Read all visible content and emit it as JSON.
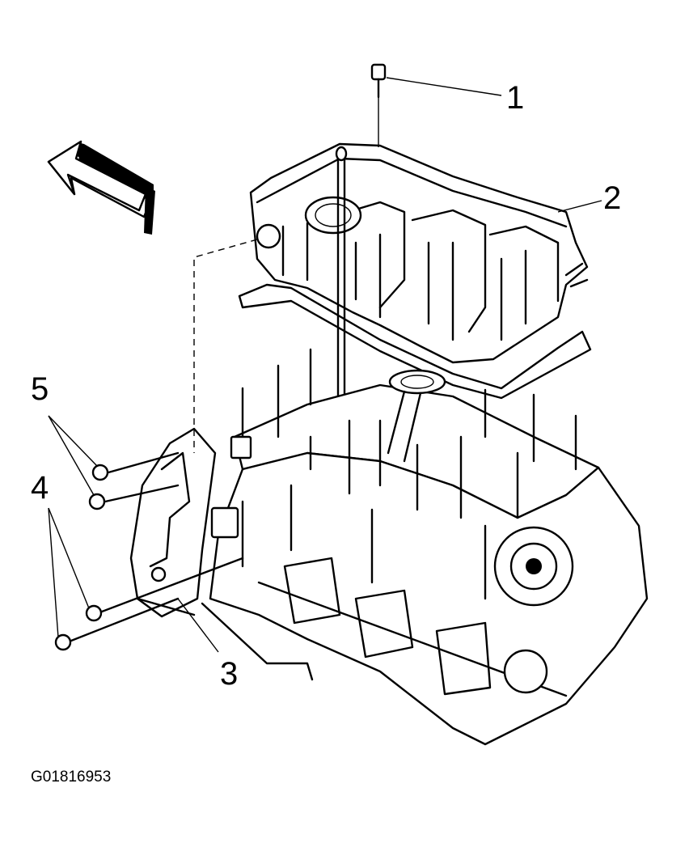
{
  "callouts": [
    {
      "label": "1",
      "part": "oil-pan-bolt"
    },
    {
      "label": "2",
      "part": "oil-pan"
    },
    {
      "label": "3",
      "part": "transmission-bracket"
    },
    {
      "label": "4",
      "part": "bracket-bolt-pair-lower"
    },
    {
      "label": "5",
      "part": "bracket-bolt-pair-upper"
    }
  ],
  "figure_id": "G01816953",
  "icons": [
    "front-direction-arrow-icon"
  ]
}
